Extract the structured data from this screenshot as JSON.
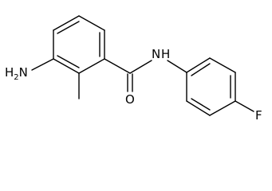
{
  "molecule": {
    "labels": {
      "amine_n": "H",
      "amine_h2_sub": "2",
      "amine_n2": "N",
      "amide_nh": "N",
      "amide_h": "H",
      "carbonyl_o": "O",
      "fluorine": "F"
    },
    "colors": {
      "bond": "#000000",
      "text": "#000000",
      "background": "#ffffff"
    }
  }
}
